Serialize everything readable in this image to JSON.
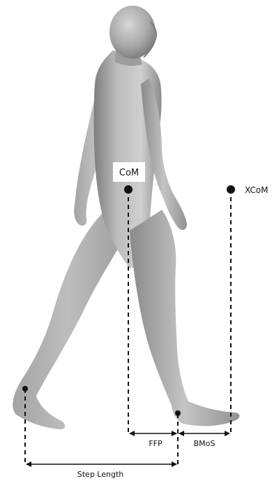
{
  "labels": {
    "com": "CoM",
    "xcom": "XCoM",
    "ffp": "FFP",
    "bmos": "BMoS",
    "step_length": "Step Length"
  }
}
